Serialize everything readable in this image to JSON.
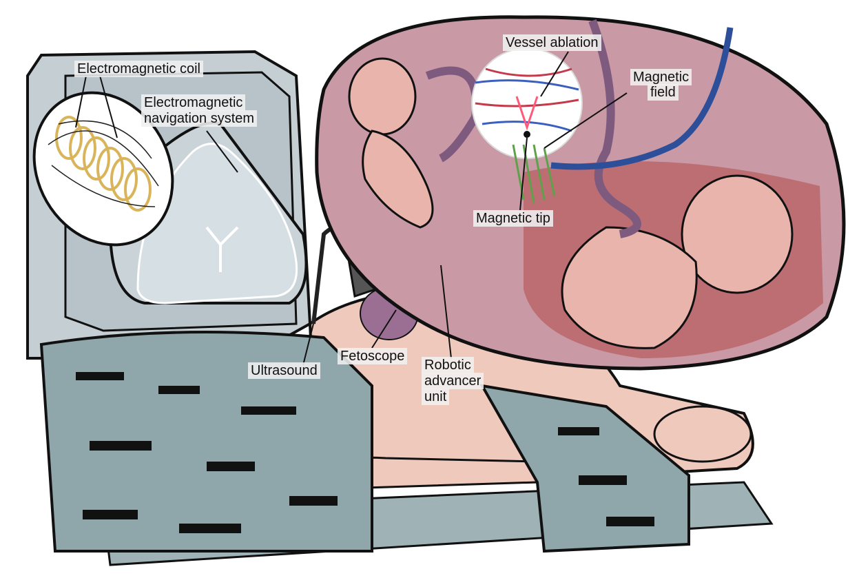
{
  "labels": {
    "coil": "Electromagnetic coil",
    "nav_line1": "Electromagnetic",
    "nav_line2": "navigation system",
    "vessel": "Vessel ablation",
    "field_line1": "Magnetic",
    "field_line2": "field",
    "tip": "Magnetic tip",
    "ultrasound": "Ultrasound",
    "fetoscope": "Fetoscope",
    "robotic_line1": "Robotic",
    "robotic_line2": "advancer",
    "robotic_line3": "unit"
  },
  "colors": {
    "machine": "#c4ced3",
    "blanket": "#8fa6ab",
    "skin": "#f0c9bd",
    "uterus": "#c99aa5",
    "fetus": "#e8b4ab",
    "placenta": "#b24a4a",
    "cord": "#7e5a7e",
    "coil": "#d9b45a",
    "vessel_red": "#c43a4a",
    "vessel_blue": "#3a5fbf",
    "tip_green": "#5fa04a"
  }
}
